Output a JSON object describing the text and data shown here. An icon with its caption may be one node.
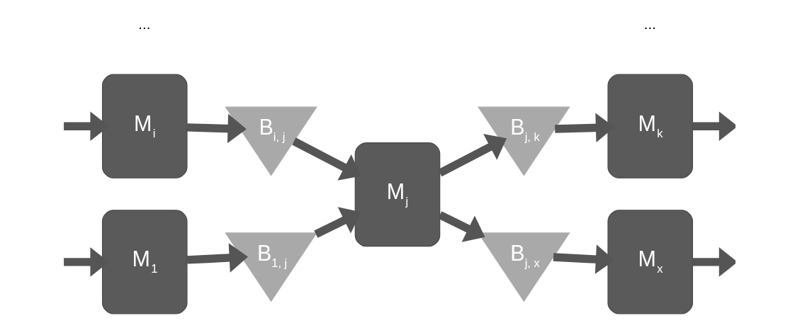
{
  "diagram": {
    "nodes": [
      {
        "text": [
          "M$_{1}$"
        ]
      },
      {
        "text": [
          "B$_{1, j}$"
        ]
      },
      {
        "text": [
          "M$_{i}$"
        ]
      },
      {
        "text": [
          "B$_{i, j}$"
        ]
      },
      {
        "text": [
          "M$_{j}$"
        ]
      },
      {
        "text": [
          "B$_{j, k}$"
        ]
      },
      {
        "text": [
          "M$_{k}$"
        ]
      },
      {
        "text": [
          "B$_{j, x}$"
        ]
      },
      {
        "text": [
          "M$_{x}$"
        ]
      }
    ],
    "edges": [
      {
        "from": null,
        "to": 0,
        "arrow": "to"
      },
      {
        "from": 0,
        "to": 1,
        "arrow": "to"
      },
      {
        "from": null,
        "to": 2,
        "arrow": "to"
      },
      {
        "from": 2,
        "to": 3,
        "arrow": "to"
      },
      {
        "from": 1,
        "to": 4,
        "arrow": "to"
      },
      {
        "from": 3,
        "to": 4,
        "arrow": "to"
      },
      {
        "from": 4,
        "to": 5,
        "arrow": "to"
      },
      {
        "from": 4,
        "to": 7,
        "arrow": "to"
      },
      {
        "from": 5,
        "to": 6,
        "arrow": "to"
      },
      {
        "from": 7,
        "to": 8,
        "arrow": "to"
      },
      {
        "from": 6,
        "to": null,
        "arrow": "to"
      },
      {
        "from": 8,
        "to": null,
        "arrow": "to"
      }
    ],
    "labels": [
      "...",
      "..."
    ]
  }
}
